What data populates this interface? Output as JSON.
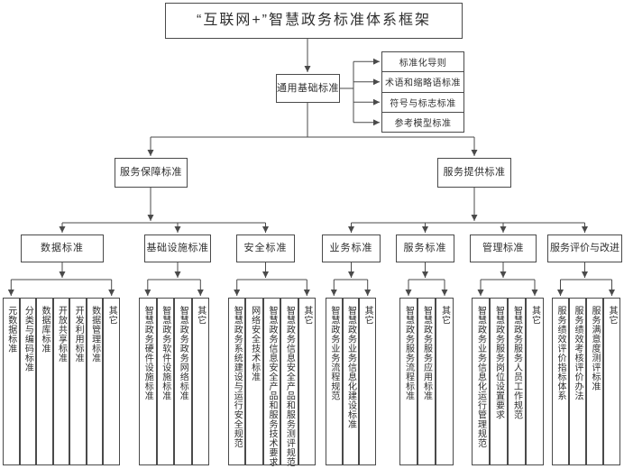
{
  "title": "“互联网+”智慧政务标准体系框架",
  "colors": {
    "line": "#4a4a4a",
    "background": "#ffffff",
    "text": "#2e2e2e"
  },
  "level1": {
    "general": "通用基础标准",
    "children": [
      "标准化导则",
      "术语和缩略语标准",
      "符号与标志标准",
      "参考模型标准"
    ]
  },
  "level2": {
    "assurance": "服务保障标准",
    "provision": "服务提供标准"
  },
  "groups": [
    {
      "label": "数据标准",
      "columns": [
        "元数据标准",
        "分类与编码标准",
        "数据库标准",
        "开放共享标准",
        "开发利用标准",
        "数据管理标准",
        "其它"
      ]
    },
    {
      "label": "基础设施标准",
      "columns": [
        "智慧政务硬件设施标准",
        "智慧政务软件设施标准",
        "智慧政务政务网络标准",
        "其它"
      ]
    },
    {
      "label": "安全标准",
      "columns": [
        "智慧政务系统建设与运行安全规范",
        "网络安全技术标准",
        "智慧政务信息安全产品和服务技术要求",
        "智慧政务信息安全产品和服务测评规范",
        "其它"
      ]
    },
    {
      "label": "业务标准",
      "columns": [
        "智慧政务业务流程规范",
        "智慧政务业务信息化建设标准",
        "其它"
      ]
    },
    {
      "label": "服务标准",
      "columns": [
        "智慧政务服务流程标准",
        "智慧政务服务应用标准",
        "其它"
      ]
    },
    {
      "label": "管理标准",
      "columns": [
        "智慧政务业务信息化运行管理规范",
        "智慧政务服务岗位设置要求",
        "智慧政务服务人员工作规范",
        "其它"
      ]
    },
    {
      "label": "服务评价与改进",
      "columns": [
        "服务绩效评价指标体系",
        "服务绩效考核评价办法",
        "服务满意度测评标准",
        "其它"
      ]
    }
  ]
}
